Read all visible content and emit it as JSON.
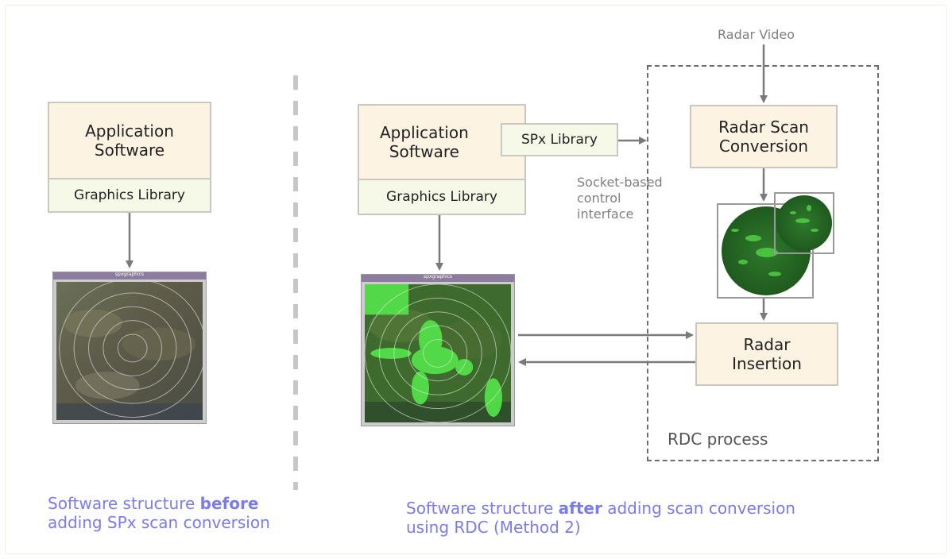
{
  "left": {
    "app_software": "Application\nSoftware",
    "graphics_library": "Graphics Library",
    "window_title": "spxgraphics",
    "caption_pre": "Software structure ",
    "caption_bold": "before",
    "caption_post": "adding SPx scan conversion"
  },
  "right": {
    "app_software": "Application\nSoftware",
    "spx_library": "SPx Library",
    "graphics_library": "Graphics Library",
    "window_title": "spxgraphics",
    "socket_label": "Socket-based\ncontrol\ninterface",
    "radar_video": "Radar Video",
    "radar_scan_conversion": "Radar Scan\nConversion",
    "radar_insertion": "Radar\nInsertion",
    "rdc_process": "RDC process",
    "caption_pre": "Software structure ",
    "caption_bold": "after",
    "caption_post": "adding scan conversion\nusing RDC (Method 2)"
  },
  "colors": {
    "caption": "#7b7bea",
    "box_fill": "#fdf3e2",
    "library_fill": "#f6f8e8",
    "arrow": "#7a7a7a",
    "radar_green": "#2f7a2c"
  }
}
